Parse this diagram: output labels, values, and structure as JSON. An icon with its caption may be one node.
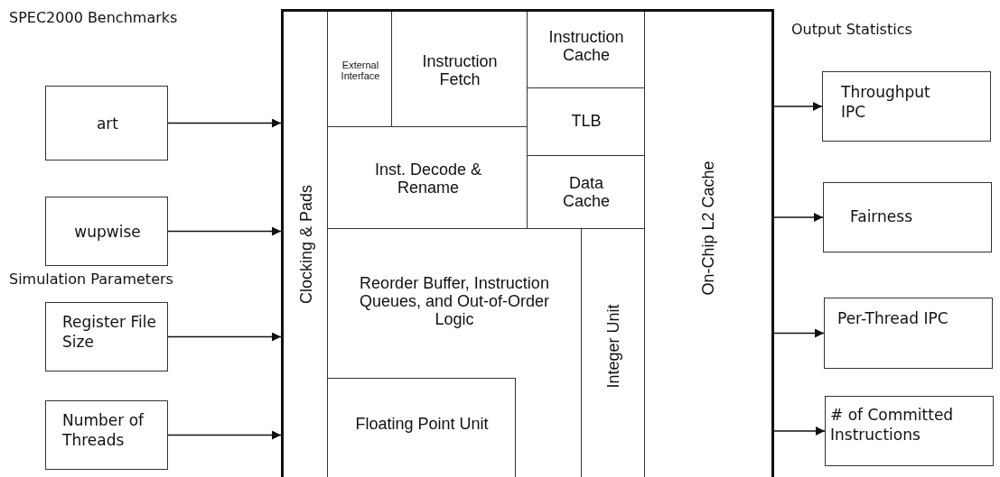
{
  "diagram": {
    "nodes": [
      {
        "text": [],
        "shape": "box"
      },
      {
        "text": [
          "Clocking & Pads"
        ],
        "in": 0
      },
      {
        "text": [
          "External Interface"
        ],
        "in": 0
      },
      {
        "text": [
          "Instruction Fetch"
        ],
        "in": 0
      },
      {
        "text": [
          "Instruction Cache"
        ],
        "in": 0
      },
      {
        "text": [
          "TLB"
        ],
        "in": 0
      },
      {
        "text": [
          "Inst. Decode & Rename"
        ],
        "in": 0
      },
      {
        "text": [
          "Data Cache"
        ],
        "in": 0
      },
      {
        "text": [
          "Reorder Buffer, Instruction Queues, and Out-of-Order Logic"
        ],
        "in": 0
      },
      {
        "text": [
          "Floating Point Unit"
        ],
        "in": 8
      },
      {
        "text": [
          "Integer Unit"
        ],
        "in": 0
      },
      {
        "text": [
          "On-Chip L2 Cache"
        ],
        "in": 0
      },
      {
        "text": [
          "art"
        ]
      },
      {
        "text": [
          "wupwise"
        ]
      },
      {
        "text": [
          "Register File Size"
        ]
      },
      {
        "text": [
          "Number of Threads"
        ]
      },
      {
        "text": [
          "Throughput IPC"
        ]
      },
      {
        "text": [
          "Fairness"
        ]
      },
      {
        "text": [
          "Per-Thread IPC"
        ]
      },
      {
        "text": [
          "# of Committed Instructions"
        ]
      }
    ],
    "edges": [
      {
        "from": 12,
        "to": 0,
        "arrow": "to"
      },
      {
        "from": 13,
        "to": 0,
        "arrow": "to"
      },
      {
        "from": 14,
        "to": 0,
        "arrow": "to"
      },
      {
        "from": 15,
        "to": 0,
        "arrow": "to"
      },
      {
        "from": 0,
        "to": 16,
        "arrow": "to"
      },
      {
        "from": 0,
        "to": 17,
        "arrow": "to"
      },
      {
        "from": 0,
        "to": 18,
        "arrow": "to"
      },
      {
        "from": 0,
        "to": 19,
        "arrow": "to"
      }
    ],
    "labels": [
      "SPEC2000 Benchmarks",
      "Output Statistics",
      "Simulation Parameters"
    ]
  }
}
